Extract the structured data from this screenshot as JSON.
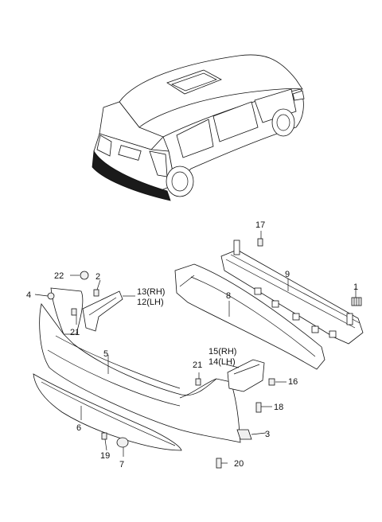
{
  "callouts": [
    {
      "id": "c1",
      "text": "1"
    },
    {
      "id": "c2",
      "text": "2"
    },
    {
      "id": "c3",
      "text": "3"
    },
    {
      "id": "c4",
      "text": "4"
    },
    {
      "id": "c5",
      "text": "5"
    },
    {
      "id": "c6",
      "text": "6"
    },
    {
      "id": "c7",
      "text": "7"
    },
    {
      "id": "c8",
      "text": "8"
    },
    {
      "id": "c9",
      "text": "9"
    },
    {
      "id": "c13",
      "text": "13(RH)"
    },
    {
      "id": "c12",
      "text": "12(LH)"
    },
    {
      "id": "c15",
      "text": "15(RH)"
    },
    {
      "id": "c14",
      "text": "14(LH)"
    },
    {
      "id": "c16",
      "text": "16"
    },
    {
      "id": "c17",
      "text": "17"
    },
    {
      "id": "c18",
      "text": "18"
    },
    {
      "id": "c19",
      "text": "19"
    },
    {
      "id": "c20",
      "text": "20"
    },
    {
      "id": "c21a",
      "text": "21"
    },
    {
      "id": "c21b",
      "text": "21"
    },
    {
      "id": "c22",
      "text": "22"
    }
  ]
}
